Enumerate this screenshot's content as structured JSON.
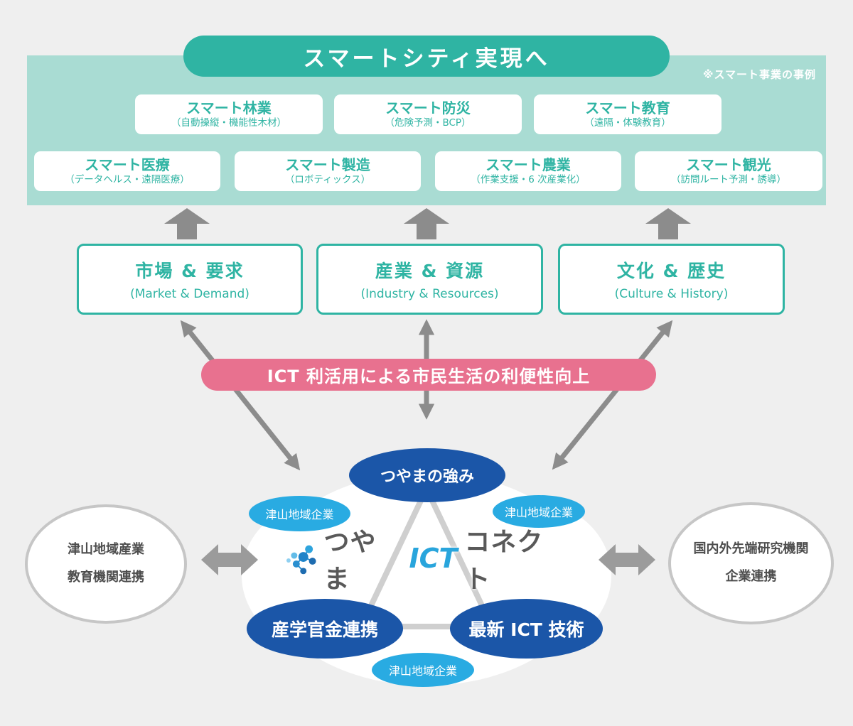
{
  "colors": {
    "teal": "#2fb4a3",
    "pale_teal_panel": "#a9dcd3",
    "pink_banner": "#e8718f",
    "dark_blue_ellipse": "#1b56a8",
    "light_blue_pill": "#29abe2",
    "arrow_gray": "#8c8c8c",
    "background": "#efefef"
  },
  "header": {
    "title": "スマートシティ実現へ",
    "note": "※スマート事業の事例"
  },
  "smart_examples": {
    "row1": [
      {
        "title": "スマート林業",
        "subtitle": "（自動操縦・機能性木材）"
      },
      {
        "title": "スマート防災",
        "subtitle": "（危険予測・BCP）"
      },
      {
        "title": "スマート教育",
        "subtitle": "（遠隔・体験教育）"
      }
    ],
    "row2": [
      {
        "title": "スマート医療",
        "subtitle": "（データヘルス・遠隔医療）"
      },
      {
        "title": "スマート製造",
        "subtitle": "（ロボティックス）"
      },
      {
        "title": "スマート農業",
        "subtitle": "（作業支援・6 次産業化）"
      },
      {
        "title": "スマート観光",
        "subtitle": "（訪問ルート予測・誘導）"
      }
    ]
  },
  "assets": [
    {
      "title": "市場 & 要求",
      "subtitle": "(Market & Demand)"
    },
    {
      "title": "産業 & 資源",
      "subtitle": "(Industry & Resources)"
    },
    {
      "title": "文化 & 歴史",
      "subtitle": "(Culture & History)"
    }
  ],
  "banner": {
    "label": "ICT 利活用による市民生活の利便性向上"
  },
  "hub": {
    "logo": {
      "icon": "network-dots-icon",
      "text1": "つやま",
      "text2": "ICT",
      "text3": "コネクト"
    },
    "top_ellipse": "つやまの強み",
    "bottom_left_ellipse": "産学官金連携",
    "bottom_right_ellipse": "最新 ICT 技術",
    "pills": {
      "left": "津山地域企業",
      "right": "津山地域企業",
      "bottom": "津山地域企業"
    }
  },
  "partners": {
    "left": {
      "line1": "津山地域産業",
      "line2": "教育機関連携"
    },
    "right": {
      "line1": "国内外先端研究機関",
      "line2": "企業連携"
    }
  }
}
